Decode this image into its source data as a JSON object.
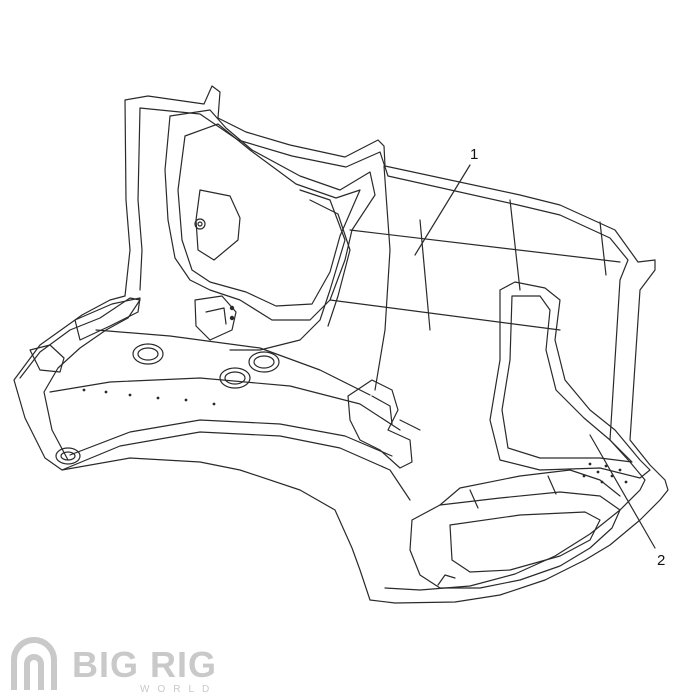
{
  "callouts": [
    {
      "label": "1"
    },
    {
      "label": "2"
    }
  ],
  "logo": {
    "text": "BIG RIG",
    "subtext": "WORLD"
  },
  "colors": {
    "line": "#2a2a2a",
    "logo": "#c9c9c9"
  }
}
